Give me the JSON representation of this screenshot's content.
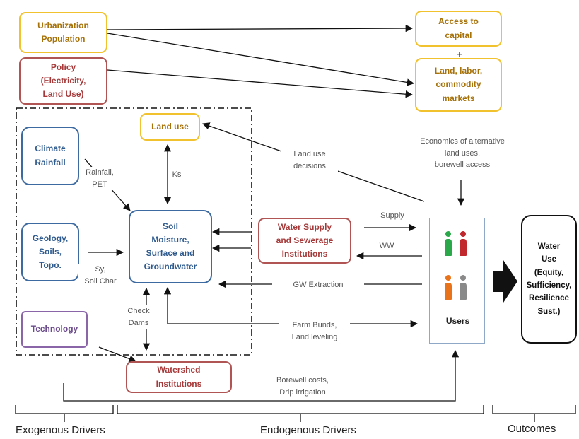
{
  "boxes": {
    "urbanization": "Urbanization\nPopulation",
    "policy": "Policy\n(Electricity,\nLand Use)",
    "access_capital": "Access to\ncapital",
    "plus": "+",
    "markets": "Land, labor,\ncommodity\nmarkets",
    "land_use": "Land use",
    "climate": "Climate\nRainfall",
    "geology": "Geology,\nSoils,\nTopo.",
    "technology": "Technology",
    "soil_moisture": "Soil\nMoisture,\nSurface and\nGroundwater",
    "water_supply": "Water Supply\nand Sewerage\nInstitutions",
    "watershed": "Watershed\nInstitutions",
    "users": "Users",
    "water_use": "Water\nUse\n(Equity,\nSufficiency,\nResilience\nSust.)"
  },
  "labels": {
    "economics": "Economics of alternative\nland uses,\nborewell access",
    "land_use_decisions": "Land use\ndecisions",
    "rainfall_pet": "Rainfall,\nPET",
    "ks": "Ks",
    "sy_soil": "Sy,\nSoil Char",
    "check_dams": "Check\nDams",
    "supply": "Supply",
    "ww": "WW",
    "gw_extraction": "GW Extraction",
    "farm_bunds": "Farm Bunds,\nLand leveling",
    "borewell_costs": "Borewell costs,\nDrip irrigation"
  },
  "footer": {
    "exogenous": "Exogenous Drivers",
    "endogenous": "Endogenous Drivers",
    "outcomes": "Outcomes"
  },
  "colors": {
    "user_green": "#2aa84a",
    "user_red": "#c0282d",
    "user_orange": "#e8731a",
    "user_gray": "#8a8a8a"
  }
}
